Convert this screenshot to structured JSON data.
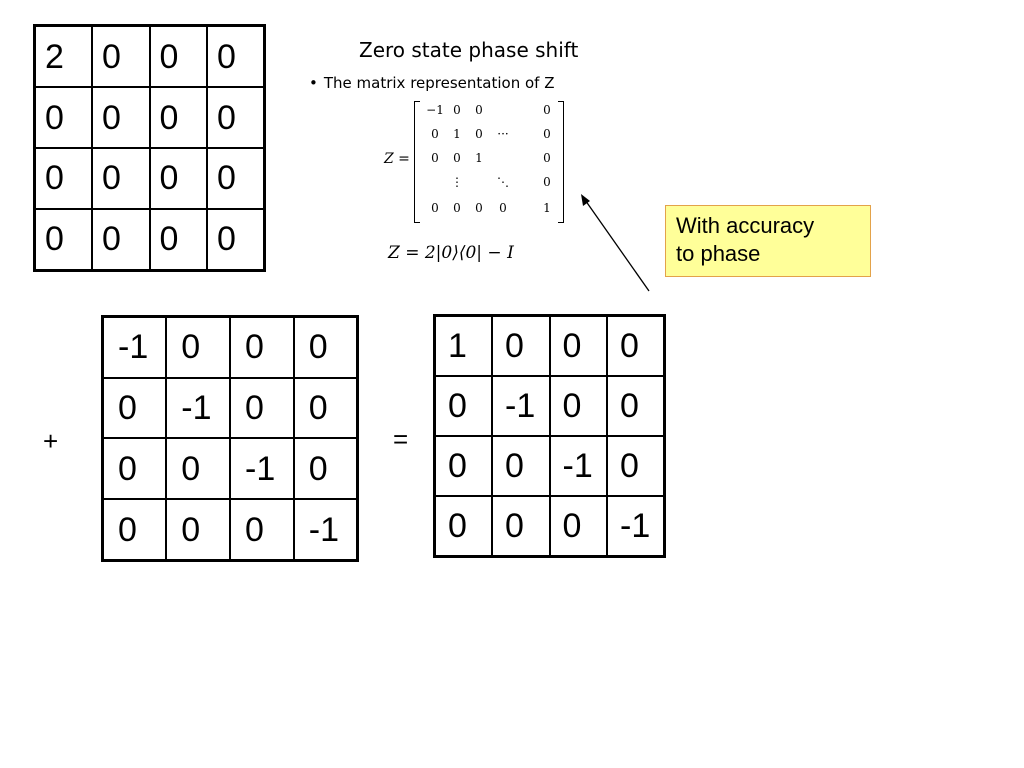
{
  "matrix_a": [
    [
      "2",
      "0",
      "0",
      "0"
    ],
    [
      "0",
      "0",
      "0",
      "0"
    ],
    [
      "0",
      "0",
      "0",
      "0"
    ],
    [
      "0",
      "0",
      "0",
      "0"
    ]
  ],
  "matrix_b": [
    [
      "-1",
      "0",
      "0",
      "0"
    ],
    [
      "0",
      "-1",
      "0",
      "0"
    ],
    [
      "0",
      "0",
      "-1",
      "0"
    ],
    [
      "0",
      "0",
      "0",
      "-1"
    ]
  ],
  "matrix_c": [
    [
      "1",
      "0",
      "0",
      "0"
    ],
    [
      "0",
      "-1",
      "0",
      "0"
    ],
    [
      "0",
      "0",
      "-1",
      "0"
    ],
    [
      "0",
      "0",
      "0",
      "-1"
    ]
  ],
  "operators": {
    "plus": "+",
    "equals": "="
  },
  "embedded_slide": {
    "title": "Zero state phase shift",
    "bullet": "The matrix representation of Z",
    "z_label": "Z =",
    "z_matrix": [
      [
        "−1",
        "0",
        "0",
        "",
        "0"
      ],
      [
        "0",
        "1",
        "0",
        "···",
        "0"
      ],
      [
        "0",
        "0",
        "1",
        "",
        "0"
      ],
      [
        "",
        "⋮",
        "",
        "⋱",
        "0"
      ],
      [
        "0",
        "0",
        "0",
        "0",
        "1"
      ]
    ],
    "formula": "Z = 2|0⟩⟨0| − I"
  },
  "note": {
    "line1": "With accuracy",
    "line2": "to phase"
  },
  "colors": {
    "note_fill": "#ffff99",
    "note_border": "#e3a24a"
  }
}
